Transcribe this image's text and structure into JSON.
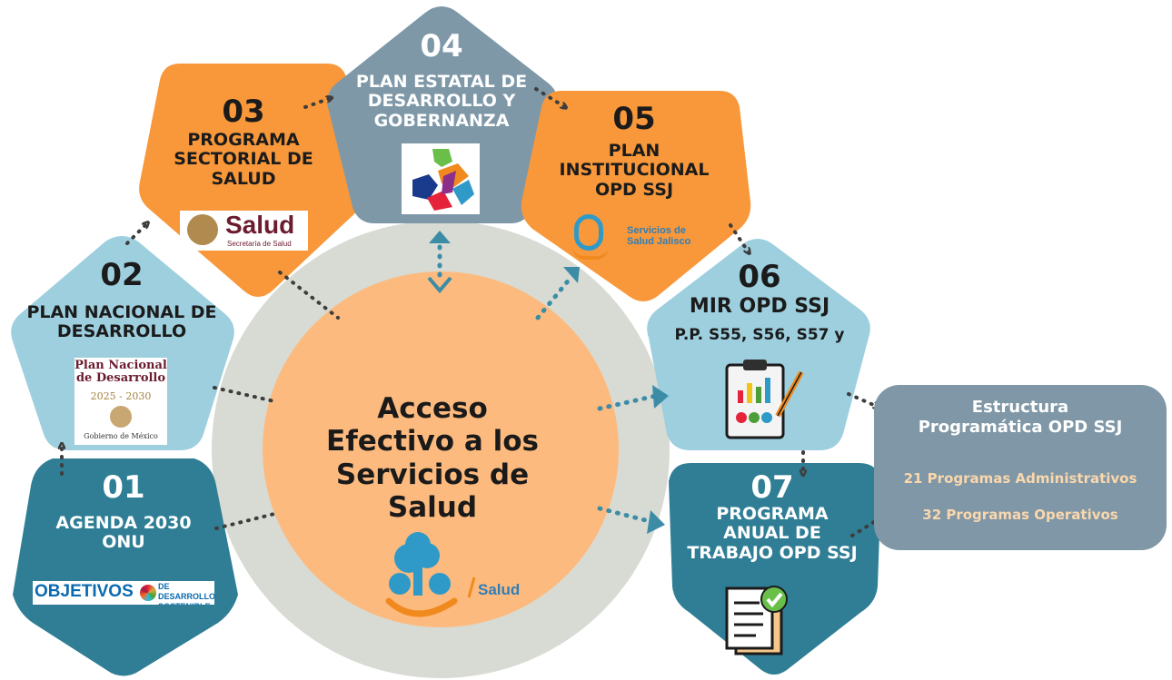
{
  "colors": {
    "teal_dark": "#2f7e95",
    "light_blue": "#9dcfdf",
    "orange": "#f8983a",
    "slate": "#7e98a8",
    "center_ring": "#d8dbd3",
    "center_fill": "#fdba7e",
    "estructura_box": "#7f97a6",
    "estructura_items": "#fad7ad",
    "arrow": "#3d3d3d",
    "arrow_teal": "#3c8ca6"
  },
  "center": {
    "title": "Acceso\nEfectivo a los\nServicios de\nSalud",
    "logo_text": "Salud"
  },
  "nodes": [
    {
      "id": "01",
      "number": "01",
      "label": "AGENDA 2030\nONU",
      "logo": "sdg-logo",
      "logo_text_1": "OBJETIVOS",
      "logo_text_2": "DE DESARROLLO\nSOSTENIBLE"
    },
    {
      "id": "02",
      "number": "02",
      "label": "PLAN NACIONAL DE\nDESARROLLO",
      "logo": "pnd-logo",
      "logo_text_1": "Plan Nacional\nde Desarrollo",
      "logo_text_2": "2025 - 2030",
      "logo_text_3": "Gobierno de México"
    },
    {
      "id": "03",
      "number": "03",
      "label": "PROGRAMA\nSECTORIAL DE\nSALUD",
      "logo": "salud-logo",
      "logo_text_1": "Salud",
      "logo_text_2": "Secretaría de Salud"
    },
    {
      "id": "04",
      "number": "04",
      "label": "PLAN ESTATAL DE\nDESARROLLO Y\nGOBERNANZA",
      "logo": "jalisco-map-logo"
    },
    {
      "id": "05",
      "number": "05",
      "label": "PLAN\nINSTITUCIONAL\nOPD SSJ",
      "logo": "ssj-logo",
      "logo_text_1": "Servicios de\nSalud Jalisco"
    },
    {
      "id": "06",
      "number": "06",
      "label": "MIR OPD SSJ",
      "sublabel": "P.P. S55, S56, S57 y",
      "logo": "clipboard-chart-icon"
    },
    {
      "id": "07",
      "number": "07",
      "label": "PROGRAMA\nANUAL DE\nTRABAJO OPD SSJ",
      "logo": "document-check-icon"
    }
  ],
  "estructura": {
    "title": "Estructura\nProgramática OPD SSJ",
    "items": [
      "21 Programas Administrativos",
      "32 Programas Operativos"
    ]
  }
}
